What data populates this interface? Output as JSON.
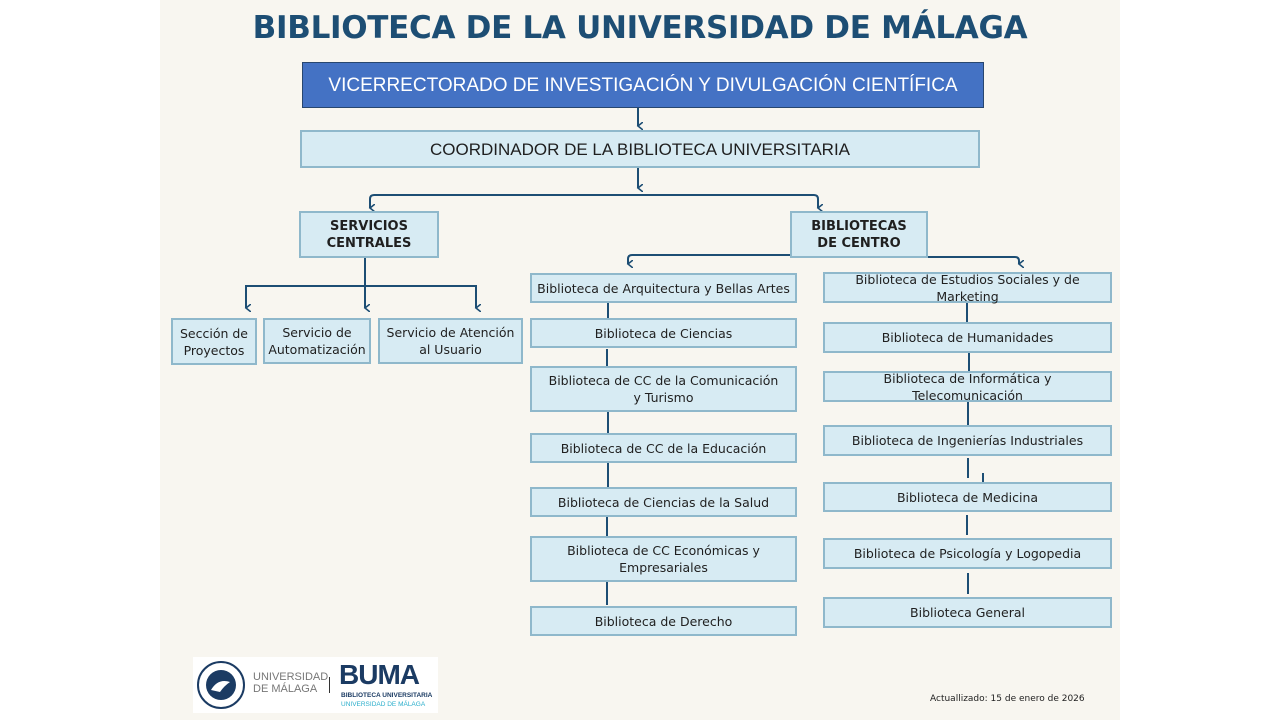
{
  "title": "BIBLIOTECA DE LA UNIVERSIDAD DE MÁLAGA",
  "colors": {
    "title": "#1d4e74",
    "vicerrectorado_fill": "#4472c4",
    "box_fill": "#d7ebf3",
    "box_border": "#8fb8cb",
    "connector": "#1d4e74",
    "background": "#f8f6f0"
  },
  "org": {
    "vicerrectorado": "VICERRECTORADO DE INVESTIGACIÓN Y DIVULGACIÓN CIENTÍFICA",
    "coordinador": "COORDINADOR DE LA BIBLIOTECA UNIVERSITARIA",
    "servicios_centrales": {
      "label": "SERVICIOS CENTRALES",
      "children": [
        "Sección de Proyectos",
        "Servicio de Automatización",
        "Servicio de Atención al Usuario"
      ]
    },
    "bibliotecas_centro": {
      "label": "BIBLIOTECAS DE CENTRO",
      "left": [
        "Biblioteca de Arquitectura y Bellas Artes",
        "Biblioteca de Ciencias",
        "Biblioteca de CC de la Comunicación y Turismo",
        "Biblioteca de CC de la Educación",
        "Biblioteca de Ciencias de la Salud",
        "Biblioteca de CC Económicas y Empresariales",
        "Biblioteca de Derecho"
      ],
      "right": [
        "Biblioteca de Estudios Sociales y de Marketing",
        "Biblioteca de Humanidades",
        "Biblioteca de Informática y Telecomunicación",
        "Biblioteca de Ingenierías Industriales",
        "Biblioteca de Medicina",
        "Biblioteca de Psicología y Logopedia",
        "Biblioteca General"
      ]
    }
  },
  "footer": {
    "uma_logo_text_1": "UNIVERSIDAD",
    "uma_logo_text_2": "DE MÁLAGA",
    "buma_logo": "BUMA",
    "buma_sub_1": "BIBLIOTECA UNIVERSITARIA",
    "buma_sub_2": "UNIVERSIDAD DE MÁLAGA",
    "updated": "Actuallizado: 15 de enero de 2026"
  }
}
